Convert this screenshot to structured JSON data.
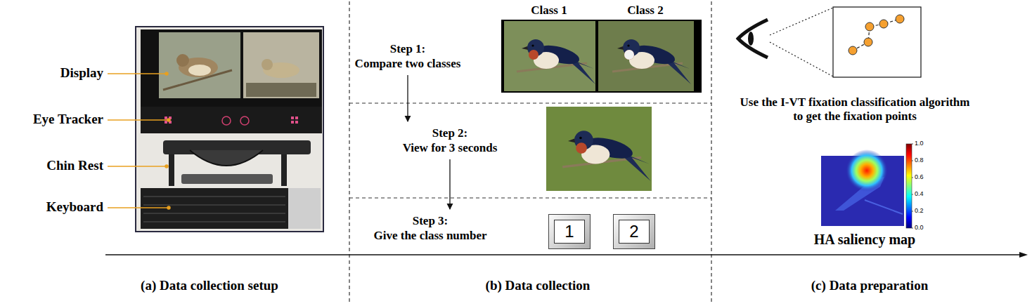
{
  "diagram": {
    "nodes": [
      {
        "text": [
          "Step 1:",
          "Compare two classes"
        ]
      },
      {
        "text": [
          "Step 2:",
          "View for 3 seconds"
        ]
      },
      {
        "text": [
          "Step 3:",
          "Give the class number"
        ]
      },
      {
        "text": [
          "1"
        ]
      },
      {
        "text": [
          "2"
        ]
      }
    ],
    "edges": [
      {
        "from": 0,
        "to": 1,
        "arrow": "to"
      },
      {
        "from": 1,
        "to": 2,
        "arrow": "to"
      }
    ],
    "labels": [
      "Display",
      "Eye Tracker",
      "Chin Rest",
      "Keyboard",
      "(a) Data collection setup",
      "Class 1",
      "Class 2",
      "(b) Data collection",
      "Use the I-VT fixation classification algorithm to get the fixation points",
      "1.0",
      "0.8",
      "0.6",
      "0.4",
      "0.2",
      "0.0",
      "HA saliency map",
      "(c) Data preparation"
    ]
  }
}
